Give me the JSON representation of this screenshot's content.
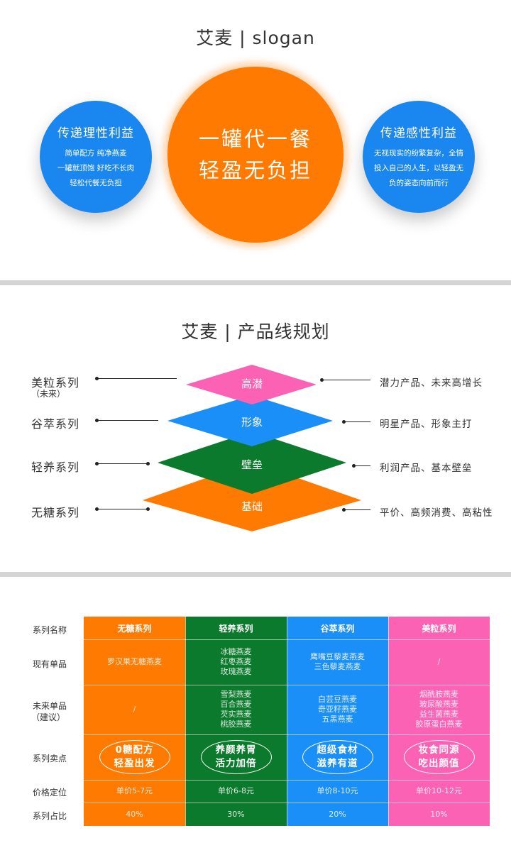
{
  "section1": {
    "title": "艾麦 | slogan",
    "left_circle": {
      "heading": "传递理性利益",
      "lines": [
        "简单配方  纯净燕麦",
        "一罐就顶饱 好吃不长肉",
        "轻松代餐无负担"
      ]
    },
    "center_circle": {
      "lines": [
        "一罐代一餐",
        "轻盈无负担"
      ]
    },
    "right_circle": {
      "heading": "传递感性利益",
      "lines": [
        "无视现实的纷繁复杂，全情",
        "投入自己的人生，以轻盈无",
        "负的姿态向前而行"
      ]
    }
  },
  "section2": {
    "title": "艾麦 | 产品线规划",
    "series": [
      {
        "name": "美粒系列",
        "sub": "（未来）",
        "tier": "高潜",
        "desc": "潜力产品、未来高增长"
      },
      {
        "name": "谷萃系列",
        "tier": "形象",
        "desc": "明星产品、形象主打"
      },
      {
        "name": "轻养系列",
        "tier": "壁垒",
        "desc": "利润产品、基本壁垒"
      },
      {
        "name": "无糖系列",
        "tier": "基础",
        "desc": "平价、高频消费、高粘性"
      }
    ],
    "colors": {
      "pink": "#fb62b4",
      "blue": "#1a8ff7",
      "green": "#0c7a2c",
      "orange": "#ff7a00"
    }
  },
  "section3": {
    "row_labels": [
      "系列名称",
      "现有单品",
      "未来单品",
      "（建议）",
      "系列卖点",
      "价格定位",
      "系列占比"
    ],
    "columns": [
      {
        "name": "无糖系列",
        "color": "#ff7a00",
        "current": [
          "罗汉果无糖燕麦"
        ],
        "future": [
          "/"
        ],
        "selling_points": [
          "0糖配方",
          "轻盈出发"
        ],
        "price": "单价5-7元",
        "share": "40%"
      },
      {
        "name": "轻养系列",
        "color": "#0c7a2c",
        "current": [
          "冰糖燕麦",
          "红枣燕麦",
          "玫瑰燕麦"
        ],
        "future": [
          "雪梨燕麦",
          "百合燕麦",
          "芡实燕麦",
          "桃胶燕麦"
        ],
        "selling_points": [
          "养颜养胃",
          "活力加倍"
        ],
        "price": "单价6-8元",
        "share": "30%"
      },
      {
        "name": "谷萃系列",
        "color": "#1a8ff7",
        "current": [
          "鹰嘴豆藜麦燕麦",
          "三色藜麦燕麦"
        ],
        "future": [
          "白芸豆燕麦",
          "奇亚籽燕麦",
          "五黑燕麦"
        ],
        "selling_points": [
          "超级食材",
          "滋养有道"
        ],
        "price": "单价8-10元",
        "share": "20%"
      },
      {
        "name": "美粒系列",
        "color": "#fb62b4",
        "current": [
          "/"
        ],
        "future": [
          "烟酰胺燕麦",
          "玻尿酸燕麦",
          "益生菌燕麦",
          "胶原蛋白燕麦"
        ],
        "selling_points": [
          "妆食同源",
          "吃出颜值"
        ],
        "price": "单价10-12元",
        "share": "10%"
      }
    ]
  }
}
